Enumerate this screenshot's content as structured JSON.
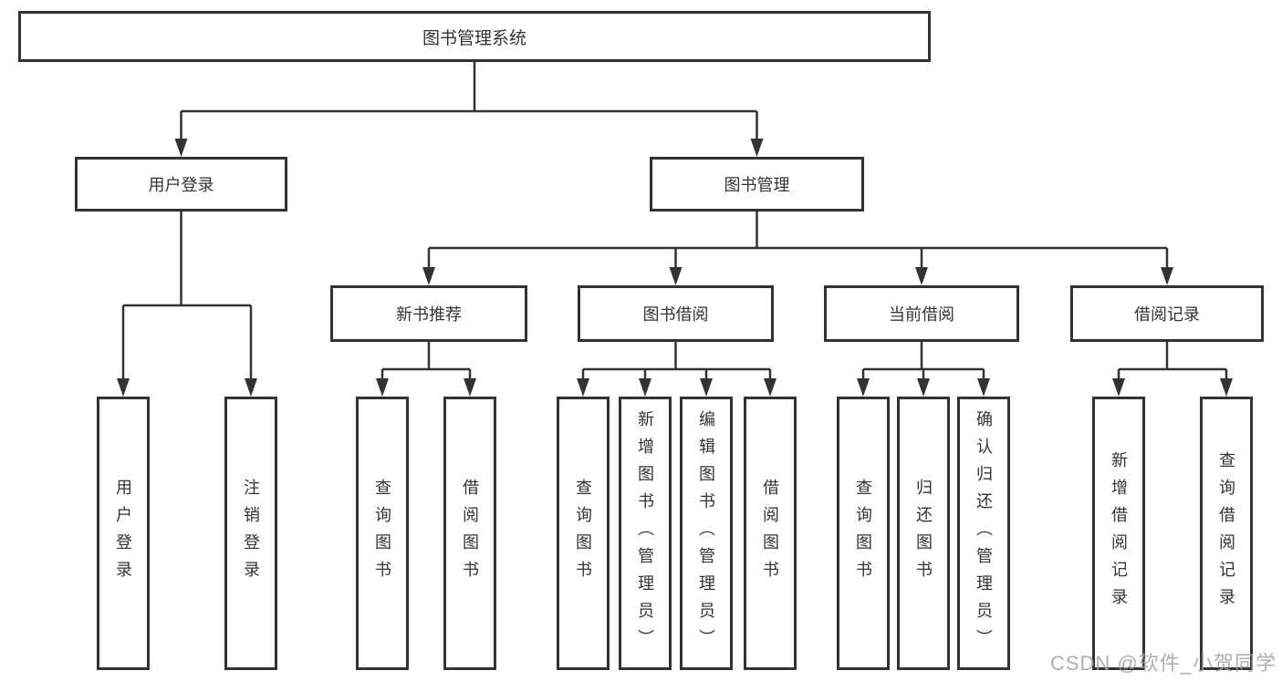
{
  "tree": {
    "root": {
      "label": "图书管理系统"
    },
    "branches": [
      {
        "label": "用户登录",
        "children": [
          {
            "label": "用户登录"
          },
          {
            "label": "注销登录"
          }
        ]
      },
      {
        "label": "图书管理",
        "children": [
          {
            "label": "新书推荐",
            "children": [
              {
                "label": "查询图书"
              },
              {
                "label": "借阅图书"
              }
            ]
          },
          {
            "label": "图书借阅",
            "children": [
              {
                "label": "查询图书"
              },
              {
                "label": "新增图书（管理员）"
              },
              {
                "label": "编辑图书（管理员）"
              },
              {
                "label": "借阅图书"
              }
            ]
          },
          {
            "label": "当前借阅",
            "children": [
              {
                "label": "查询图书"
              },
              {
                "label": "归还图书"
              },
              {
                "label": "确认归还（管理员）"
              }
            ]
          },
          {
            "label": "借阅记录",
            "children": [
              {
                "label": "新增借阅记录"
              },
              {
                "label": "查询借阅记录"
              }
            ]
          }
        ]
      }
    ]
  },
  "watermark": {
    "text": "CSDN @软件_小贺同学"
  },
  "colors": {
    "line": "#333333",
    "box_border": "#333333",
    "text": "#333333",
    "watermark": "#9ea0a3",
    "background": "#ffffff"
  }
}
